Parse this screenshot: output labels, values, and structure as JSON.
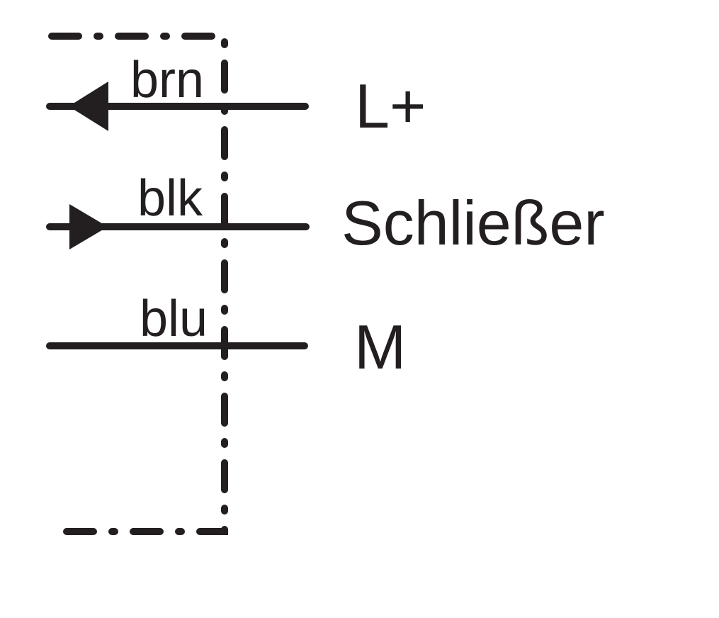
{
  "diagram": {
    "kind": "sensor-wiring-connection-diagram",
    "boundary_style": "dash-dot",
    "wires": [
      {
        "label": "brn",
        "terminal": "L+",
        "arrow_direction": "left"
      },
      {
        "label": "blk",
        "terminal": "Schließer",
        "arrow_direction": "right"
      },
      {
        "label": "blu",
        "terminal": "M",
        "arrow_direction": "none"
      }
    ]
  },
  "colors": {
    "line": "#231f20",
    "background": "#ffffff"
  }
}
